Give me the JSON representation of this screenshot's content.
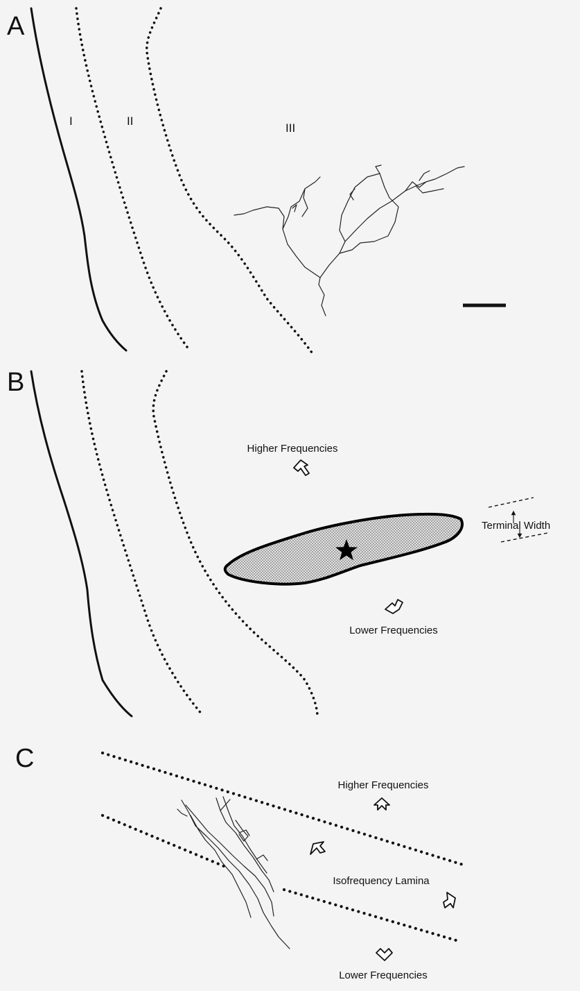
{
  "figure": {
    "panels": [
      {
        "label": "A",
        "layers": [
          "I",
          "II",
          "III"
        ]
      },
      {
        "label": "B",
        "labels": {
          "higher": "Higher Frequencies",
          "lower": "Lower Frequencies",
          "terminal_width": "Terminal Width"
        }
      },
      {
        "label": "C",
        "labels": {
          "higher": "Higher Frequencies",
          "lamina": "Isofrequency Lamina",
          "lower": "Lower Frequencies"
        }
      }
    ]
  }
}
